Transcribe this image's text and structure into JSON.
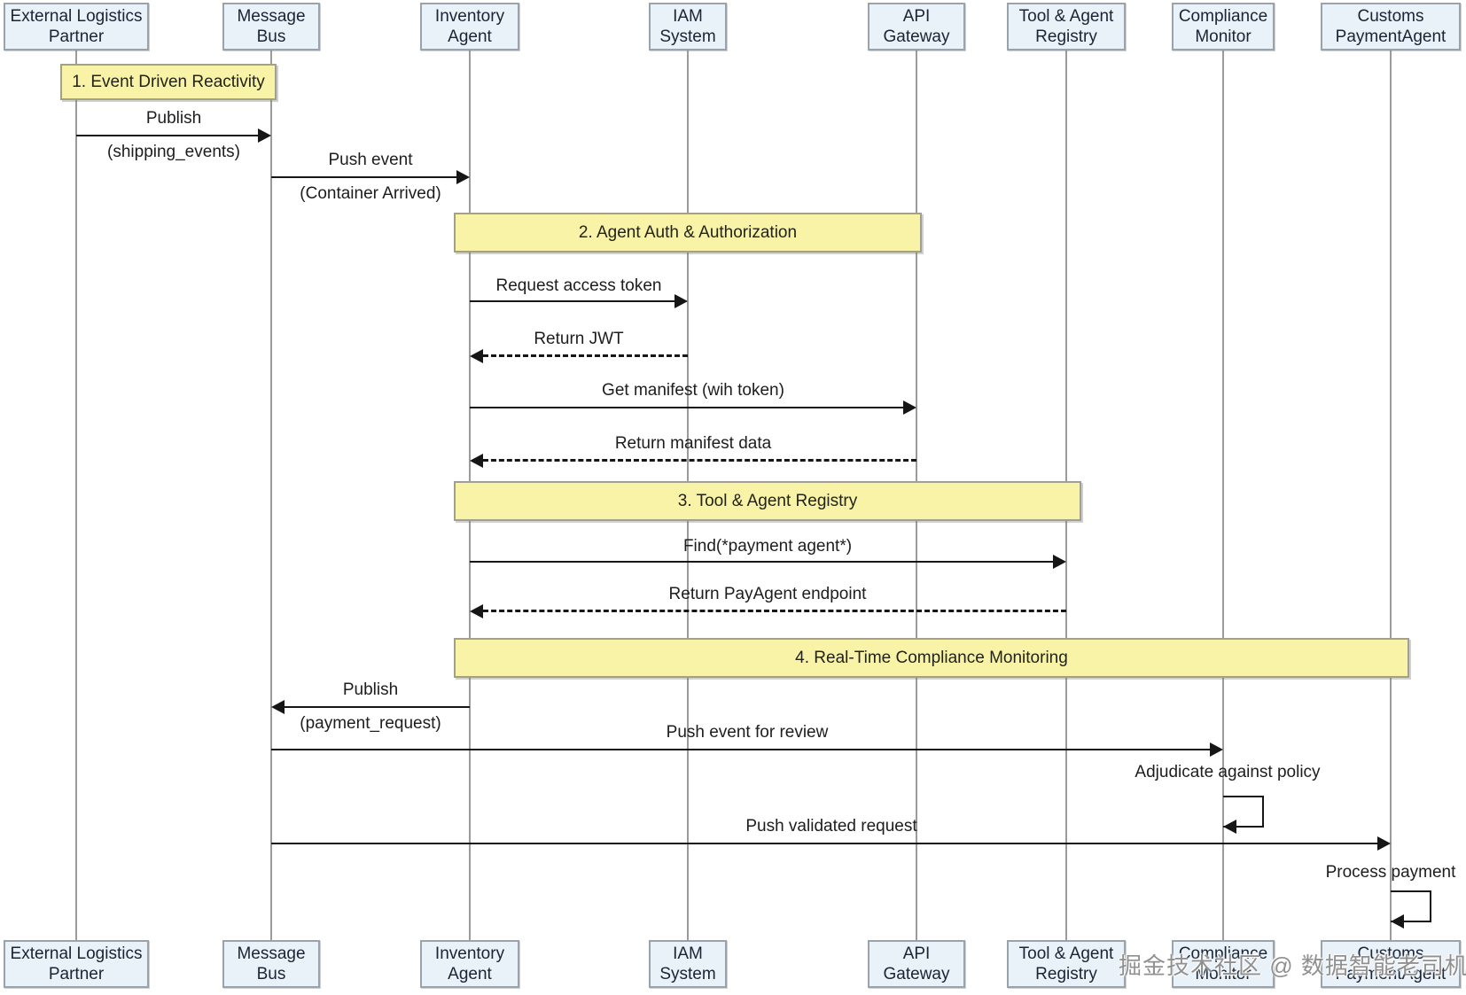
{
  "diagram_type": "sequence-diagram",
  "participants": [
    {
      "id": "external-logistics-partner",
      "lines": [
        "External Logistics",
        "Partner"
      ]
    },
    {
      "id": "message-bus",
      "lines": [
        "Message",
        "Bus"
      ]
    },
    {
      "id": "inventory-agent",
      "lines": [
        "Inventory",
        "Agent"
      ]
    },
    {
      "id": "iam-system",
      "lines": [
        "IAM",
        "System"
      ]
    },
    {
      "id": "api-gateway",
      "lines": [
        "API",
        "Gateway"
      ]
    },
    {
      "id": "tool-agent-registry",
      "lines": [
        "Tool & Agent",
        "Registry"
      ]
    },
    {
      "id": "compliance-monitor",
      "lines": [
        "Compliance",
        "Monitor"
      ]
    },
    {
      "id": "customs-paymentagent",
      "lines": [
        "Customs",
        "PaymentAgent"
      ]
    }
  ],
  "notes": [
    {
      "label": "1. Event Driven Reactivity"
    },
    {
      "label": "2. Agent Auth & Authorization"
    },
    {
      "label": "3. Tool & Agent Registry"
    },
    {
      "label": "4. Real-Time Compliance Monitoring"
    }
  ],
  "messages": [
    {
      "label": "Publish",
      "sublabel": "(shipping_events)",
      "from": "external-logistics-partner",
      "to": "message-bus",
      "style": "solid"
    },
    {
      "label": "Push event",
      "sublabel": "(Container Arrived)",
      "from": "message-bus",
      "to": "inventory-agent",
      "style": "solid"
    },
    {
      "label": "Request access token",
      "from": "inventory-agent",
      "to": "iam-system",
      "style": "solid"
    },
    {
      "label": "Return JWT",
      "from": "iam-system",
      "to": "inventory-agent",
      "style": "dashed"
    },
    {
      "label": "Get manifest (wih token)",
      "from": "inventory-agent",
      "to": "api-gateway",
      "style": "solid"
    },
    {
      "label": "Return manifest data",
      "from": "api-gateway",
      "to": "inventory-agent",
      "style": "dashed"
    },
    {
      "label": "Find(*payment agent*)",
      "from": "inventory-agent",
      "to": "tool-agent-registry",
      "style": "solid"
    },
    {
      "label": "Return PayAgent endpoint",
      "from": "tool-agent-registry",
      "to": "inventory-agent",
      "style": "dashed"
    },
    {
      "label": "Publish",
      "sublabel": "(payment_request)",
      "from": "inventory-agent",
      "to": "message-bus",
      "style": "solid"
    },
    {
      "label": "Push event for review",
      "from": "message-bus",
      "to": "compliance-monitor",
      "style": "solid"
    },
    {
      "label": "Adjudicate against policy",
      "from": "compliance-monitor",
      "to": "compliance-monitor",
      "style": "self"
    },
    {
      "label": "Push validated request",
      "from": "message-bus",
      "to": "customs-paymentagent",
      "style": "solid"
    },
    {
      "label": "Process payment",
      "from": "customs-paymentagent",
      "to": "customs-paymentagent",
      "style": "self"
    }
  ],
  "watermark": "掘金技术社区 @ 数据智能老司机",
  "colors": {
    "participant_fill": "#e9f1f9",
    "participant_border": "#9aa3ab",
    "note_fill": "#f8f3a6",
    "note_border": "#a0a08d",
    "arrow": "#161616",
    "lifeline": "#9b9b9b",
    "background": "#ffffff"
  }
}
